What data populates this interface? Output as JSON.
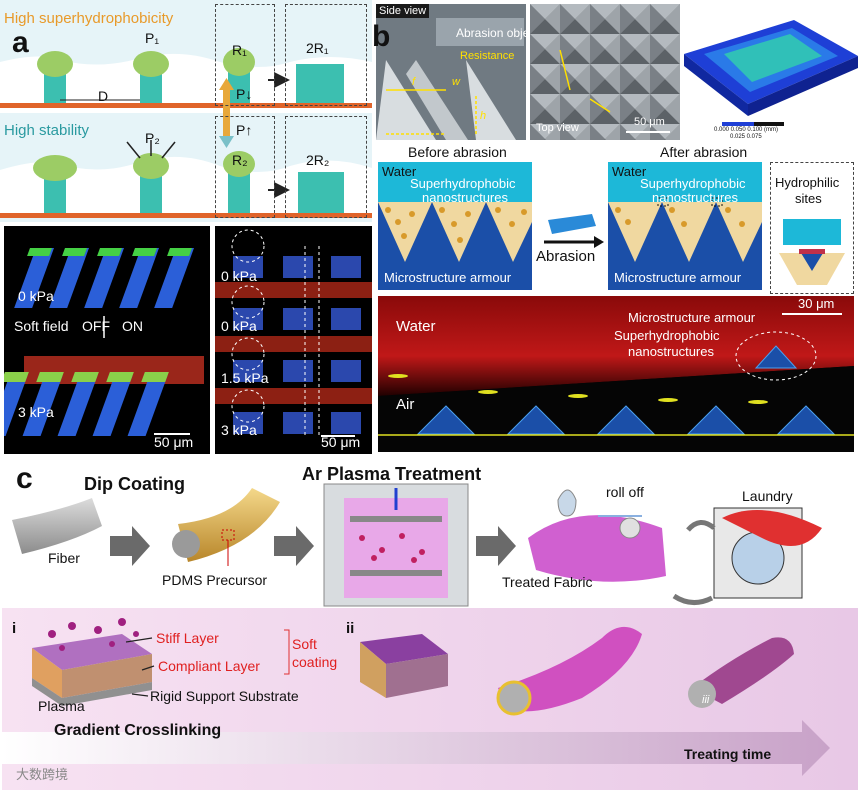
{
  "panel_a": {
    "letter": "a",
    "top_title": "High superhydrophobicity",
    "bottom_title": "High stability",
    "p1": "P₁",
    "p2": "P₂",
    "r1": "R₁",
    "r2": "R₂",
    "two_r1": "2R₁",
    "two_r2": "2R₂",
    "d": "D",
    "p_down": "P↓",
    "p_up": "P↑",
    "img1_top": "0 kPa",
    "img1_mid": "Soft field",
    "img1_off": "OFF",
    "img1_on": "ON",
    "img1_bottom": "3 kPa",
    "img1_scale": "50 μm",
    "img2_labels": [
      "0 kPa",
      "0 kPa",
      "1.5 kPa",
      "3 kPa"
    ],
    "img2_scale": "50 μm"
  },
  "panel_b": {
    "letter": "b",
    "side_view": "Side view",
    "abrasion_object": "Abrasion object",
    "resistance": "Resistance",
    "f_label": "f",
    "w_label": "w",
    "h_label": "h",
    "top_view": "Top view",
    "sem_scale": "50 μm",
    "colorbar_ticks": "0.000  0.050  0.100 (mm)",
    "colorbar_ticks2": "0.025  0.075",
    "before": "Before abrasion",
    "after": "After abrasion",
    "water": "Water",
    "superhydro": "Superhydrophobic",
    "nanostructures": "nanostructures",
    "armour": "Microstructure armour",
    "abrasion": "Abrasion",
    "hydrophilic": "Hydrophilic",
    "sites": "sites",
    "fl_water": "Water",
    "fl_air": "Air",
    "fl_armour": "Microstructure armour",
    "fl_superhydro": "Superhydrophobic",
    "fl_nano": "nanostructures",
    "fl_scale": "30 μm"
  },
  "panel_c": {
    "letter": "c",
    "dip_coating": "Dip Coating",
    "ar_plasma": "Ar Plasma Treatment",
    "fiber": "Fiber",
    "pdms": "PDMS Precursor",
    "roll_off": "roll  off",
    "laundry": "Laundry",
    "treated_fabric": "Treated Fabric",
    "i": "i",
    "ii": "ii",
    "iii": "iii",
    "stiff_layer": "Stiff Layer",
    "compliant_layer": "Compliant Layer",
    "soft": "Soft",
    "coating": "coating",
    "plasma": "Plasma",
    "rigid": "Rigid Support Substrate",
    "gradient": "Gradient Crosslinking",
    "treating_time": "Treating time",
    "watermark": "大数跨境"
  },
  "colors": {
    "orange_title": "#e89a2a",
    "teal_title": "#2a9aa0",
    "teal_pillar": "#3cbfb0",
    "green_drop": "#9ccc65",
    "red_text": "#e02020",
    "armour_blue": "#1b4fa8",
    "cyan_water": "#1db8d8"
  }
}
